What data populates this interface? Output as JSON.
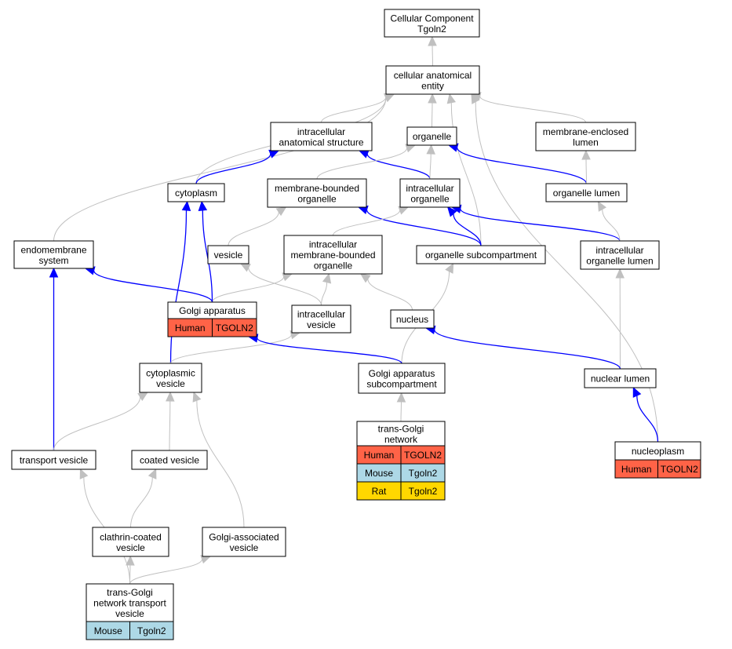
{
  "colors": {
    "human": "#ff6347",
    "mouse": "#add8e6",
    "rat": "#ffd700",
    "is_a_edge": "#c0c0c0",
    "part_of_edge": "#0000ff"
  },
  "nodes": {
    "root": {
      "lines": [
        "Cellular Component",
        "Tgoln2"
      ]
    },
    "cae": {
      "lines": [
        "cellular anatomical",
        "entity"
      ]
    },
    "ias": {
      "lines": [
        "intracellular",
        "anatomical structure"
      ]
    },
    "organelle": {
      "lines": [
        "organelle"
      ]
    },
    "mel": {
      "lines": [
        "membrane-enclosed",
        "lumen"
      ]
    },
    "cytoplasm": {
      "lines": [
        "cytoplasm"
      ]
    },
    "mbo": {
      "lines": [
        "membrane-bounded",
        "organelle"
      ]
    },
    "io": {
      "lines": [
        "intracellular",
        "organelle"
      ]
    },
    "ol": {
      "lines": [
        "organelle lumen"
      ]
    },
    "endo": {
      "lines": [
        "endomembrane",
        "system"
      ]
    },
    "vesicle": {
      "lines": [
        "vesicle"
      ]
    },
    "imbo": {
      "lines": [
        "intracellular",
        "membrane-bounded",
        "organelle"
      ]
    },
    "osc": {
      "lines": [
        "organelle subcompartment"
      ]
    },
    "iol": {
      "lines": [
        "intracellular",
        "organelle lumen"
      ]
    },
    "golgi": {
      "lines": [
        "Golgi apparatus"
      ],
      "annotations": [
        [
          "Human",
          "TGOLN2"
        ]
      ]
    },
    "iv": {
      "lines": [
        "intracellular",
        "vesicle"
      ]
    },
    "nucleus": {
      "lines": [
        "nucleus"
      ]
    },
    "cv": {
      "lines": [
        "cytoplasmic",
        "vesicle"
      ]
    },
    "gas": {
      "lines": [
        "Golgi apparatus",
        "subcompartment"
      ]
    },
    "nl": {
      "lines": [
        "nuclear lumen"
      ]
    },
    "tgn": {
      "lines": [
        "trans-Golgi",
        "network"
      ],
      "annotations": [
        [
          "Human",
          "TGOLN2"
        ],
        [
          "Mouse",
          "Tgoln2"
        ],
        [
          "Rat",
          "Tgoln2"
        ]
      ]
    },
    "tv": {
      "lines": [
        "transport vesicle"
      ]
    },
    "coated": {
      "lines": [
        "coated vesicle"
      ]
    },
    "np": {
      "lines": [
        "nucleoplasm"
      ],
      "annotations": [
        [
          "Human",
          "TGOLN2"
        ]
      ]
    },
    "ccv": {
      "lines": [
        "clathrin-coated",
        "vesicle"
      ]
    },
    "gav": {
      "lines": [
        "Golgi-associated",
        "vesicle"
      ]
    },
    "tgntv": {
      "lines": [
        "trans-Golgi",
        "network transport",
        "vesicle"
      ],
      "annotations": [
        [
          "Mouse",
          "Tgoln2"
        ]
      ]
    }
  },
  "edges": [
    {
      "from": "cae",
      "to": "root",
      "type": "is_a"
    },
    {
      "from": "ias",
      "to": "cae",
      "type": "is_a"
    },
    {
      "from": "organelle",
      "to": "cae",
      "type": "is_a"
    },
    {
      "from": "mel",
      "to": "cae",
      "type": "is_a"
    },
    {
      "from": "cytoplasm",
      "to": "cae",
      "type": "is_a"
    },
    {
      "from": "endo",
      "to": "cae",
      "type": "is_a"
    },
    {
      "from": "osc",
      "to": "cae",
      "type": "is_a"
    },
    {
      "from": "np",
      "to": "cae",
      "type": "is_a"
    },
    {
      "from": "cytoplasm",
      "to": "ias",
      "type": "part_of"
    },
    {
      "from": "io",
      "to": "ias",
      "type": "part_of"
    },
    {
      "from": "mbo",
      "to": "organelle",
      "type": "is_a"
    },
    {
      "from": "io",
      "to": "organelle",
      "type": "is_a"
    },
    {
      "from": "ol",
      "to": "organelle",
      "type": "part_of"
    },
    {
      "from": "ol",
      "to": "mel",
      "type": "is_a"
    },
    {
      "from": "vesicle",
      "to": "mbo",
      "type": "is_a"
    },
    {
      "from": "osc",
      "to": "mbo",
      "type": "part_of"
    },
    {
      "from": "imbo",
      "to": "io",
      "type": "is_a"
    },
    {
      "from": "osc",
      "to": "io",
      "type": "part_of"
    },
    {
      "from": "iol",
      "to": "io",
      "type": "part_of"
    },
    {
      "from": "iol",
      "to": "ol",
      "type": "is_a"
    },
    {
      "from": "golgi",
      "to": "imbo",
      "type": "is_a"
    },
    {
      "from": "iv",
      "to": "imbo",
      "type": "is_a"
    },
    {
      "from": "nucleus",
      "to": "imbo",
      "type": "is_a"
    },
    {
      "from": "golgi",
      "to": "cytoplasm",
      "type": "part_of"
    },
    {
      "from": "cv",
      "to": "cytoplasm",
      "type": "part_of"
    },
    {
      "from": "golgi",
      "to": "endo",
      "type": "part_of"
    },
    {
      "from": "tv",
      "to": "endo",
      "type": "part_of"
    },
    {
      "from": "iv",
      "to": "vesicle",
      "type": "is_a"
    },
    {
      "from": "gas",
      "to": "osc",
      "type": "is_a"
    },
    {
      "from": "nl",
      "to": "iol",
      "type": "is_a"
    },
    {
      "from": "cv",
      "to": "iv",
      "type": "is_a"
    },
    {
      "from": "gas",
      "to": "golgi",
      "type": "part_of"
    },
    {
      "from": "nl",
      "to": "nucleus",
      "type": "part_of"
    },
    {
      "from": "tgn",
      "to": "gas",
      "type": "is_a"
    },
    {
      "from": "tv",
      "to": "cv",
      "type": "is_a"
    },
    {
      "from": "coated",
      "to": "cv",
      "type": "is_a"
    },
    {
      "from": "gav",
      "to": "cv",
      "type": "is_a"
    },
    {
      "from": "np",
      "to": "nl",
      "type": "part_of"
    },
    {
      "from": "ccv",
      "to": "coated",
      "type": "is_a"
    },
    {
      "from": "tgntv",
      "to": "ccv",
      "type": "is_a"
    },
    {
      "from": "tgntv",
      "to": "tv",
      "type": "is_a"
    },
    {
      "from": "tgntv",
      "to": "gav",
      "type": "is_a"
    }
  ]
}
